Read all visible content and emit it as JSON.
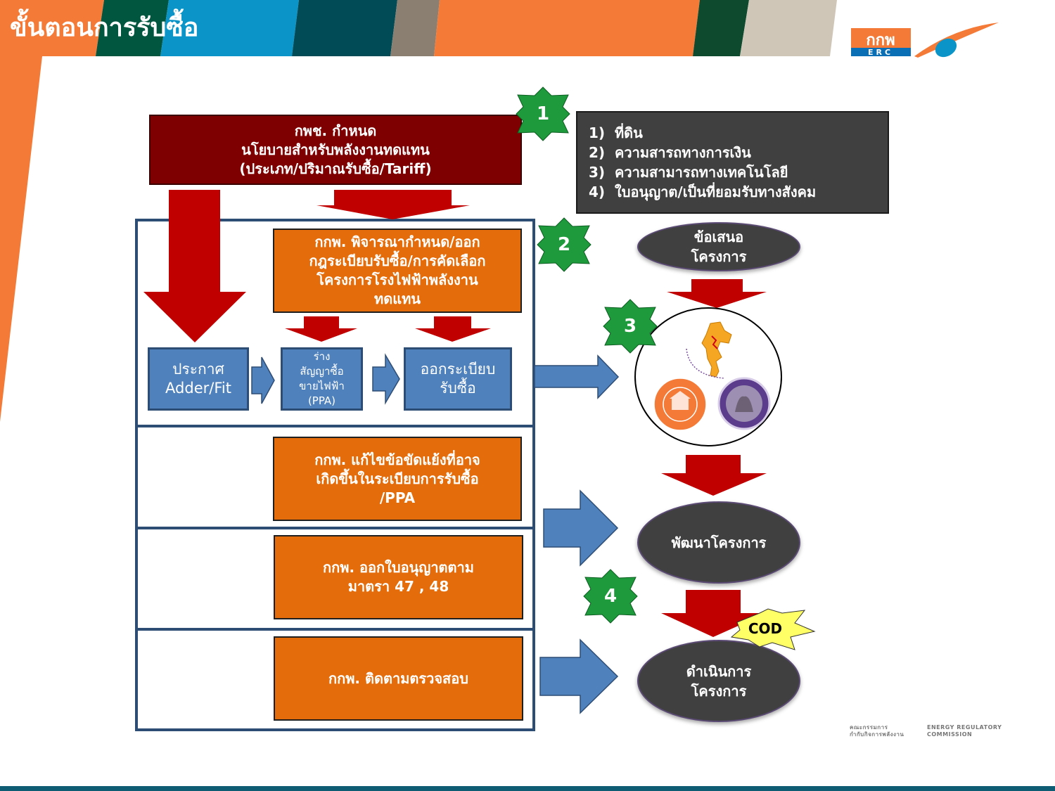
{
  "slide": {
    "title": "ขั้นตอนการรับซื้อ"
  },
  "colors": {
    "dark_red": "#7f0000",
    "orange": "#e46c0a",
    "blue": "#4f81bd",
    "gray": "#404040",
    "red_arrow": "#c00000",
    "star_green": "#1e9a3c",
    "cod_yellow": "#ffff66"
  },
  "steps": {
    "step1": "1",
    "step2": "2",
    "step3": "3",
    "step4": "4"
  },
  "policy_box": {
    "text": "กพช. กำหนด\nนโยบายสำหรับพลังงานทดแทน\n(ประเภท/ปริมาณรับซื้อ/Tariff)"
  },
  "criteria_box": {
    "items": [
      "1)  ที่ดิน",
      "2)  ความสารถทางการเงิน",
      "3)  ความสามารถทางเทคโนโลยี",
      "4)  ใบอนุญาต/เป็นที่ยอมรับทางสังคม"
    ]
  },
  "erc_boxes": {
    "regulation": "กกพ. พิจารณากำหนด/ออก\nกฎระเบียบรับซื้อ/การคัดเลือก\nโครงการโรงไฟฟ้าพลังงาน\nทดแทน",
    "dispute": "กกพ. แก้ไขข้อขัดแย้งที่อาจ\nเกิดขึ้นในระเบียบการรับซื้อ\n/PPA",
    "license": "กกพ. ออกใบอนุญาตตาม\nมาตรา 47 , 48",
    "monitor": "กกพ. ติดตามตรวจสอบ"
  },
  "blue_boxes": {
    "announce": "ประกาศ\nAdder/Fit",
    "ppa_draft": "ร่าง\nสัญญาซื้อ\nขายไฟฟ้า\n(PPA)",
    "issue_reg": "ออกระเบียบ\nรับซื้อ"
  },
  "project_flow": {
    "proposal": "ข้อเสนอ\nโครงการ",
    "develop": "พัฒนาโครงการ",
    "operate": "ดำเนินการ\nโครงการ",
    "cod": "COD"
  },
  "footer": {
    "thai": "คณะกรรมการ\nกำกับกิจการพลังงาน",
    "english": "ENERGY REGULATORY\nCOMMISSION"
  },
  "logo": {
    "text_top": "กกพ",
    "text_bottom": "ERC"
  }
}
